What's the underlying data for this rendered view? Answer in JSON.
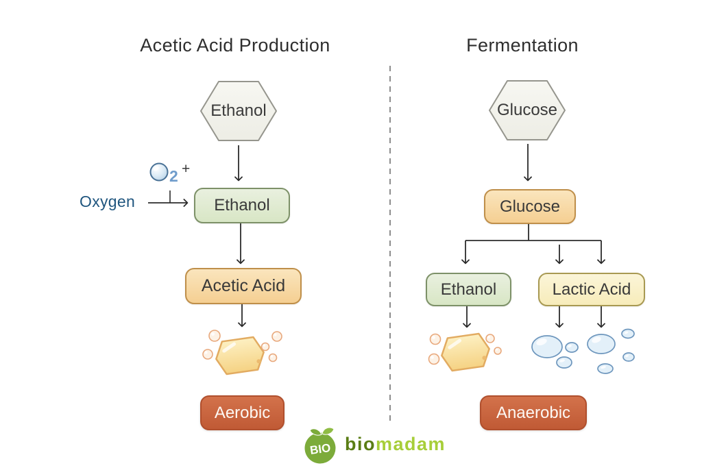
{
  "left_panel": {
    "title": "Acetic Acid Production",
    "source_hexagon": "Ethanol",
    "oxygen_label": "Oxygen",
    "o2_subscript": "2",
    "plus_sign": "+",
    "intermediate_box": "Ethanol",
    "product_box": "Acetic Acid",
    "condition_badge": "Aerobic"
  },
  "right_panel": {
    "title": "Fermentation",
    "source_hexagon": "Glucose",
    "intermediate_box": "Glucose",
    "product_box_1": "Ethanol",
    "product_box_2": "Lactic Acid",
    "condition_badge": "Anaerobic"
  },
  "footer": {
    "logo_circle_text": "BIO",
    "brand_part1": "bio",
    "brand_part2": "madam"
  },
  "icons": {
    "oxygen_molecule": "blue-sphere-O2-icon",
    "acetic_acid_product": "yellow-hexagon-molecule-with-peach-bubbles",
    "ethanol_product": "yellow-hexagon-molecule-with-peach-bubbles",
    "lactic_acid_product": "blue-bubbles-cluster",
    "logo": "green-circle-with-leaves"
  },
  "colors": {
    "background": "#ffffff",
    "title_text": "#2e2e2e",
    "arrow": "#2b2b2b",
    "divider": "#8c8c8c",
    "hexagon_fill": "#f3f3ee",
    "hexagon_border": "#95958d",
    "green_box_border": "#7d9168",
    "orange_box_border": "#bf8f4a",
    "yellow_box_border": "#a89952",
    "badge_fill": "#c75f3a",
    "badge_text": "#fdf8f3",
    "oxygen_text": "#20567f",
    "o2_subscript": "#6f9ccb",
    "molecule_orange_border": "#e2ab61",
    "bubble_peach_border": "#e8a87c",
    "bubble_blue_fill": "#e3f0f9",
    "bubble_blue_border": "#6d96bd",
    "logo_green": "#7cab3a",
    "brand_dark_green": "#5a7d15",
    "brand_light_green": "#a7ce39"
  }
}
